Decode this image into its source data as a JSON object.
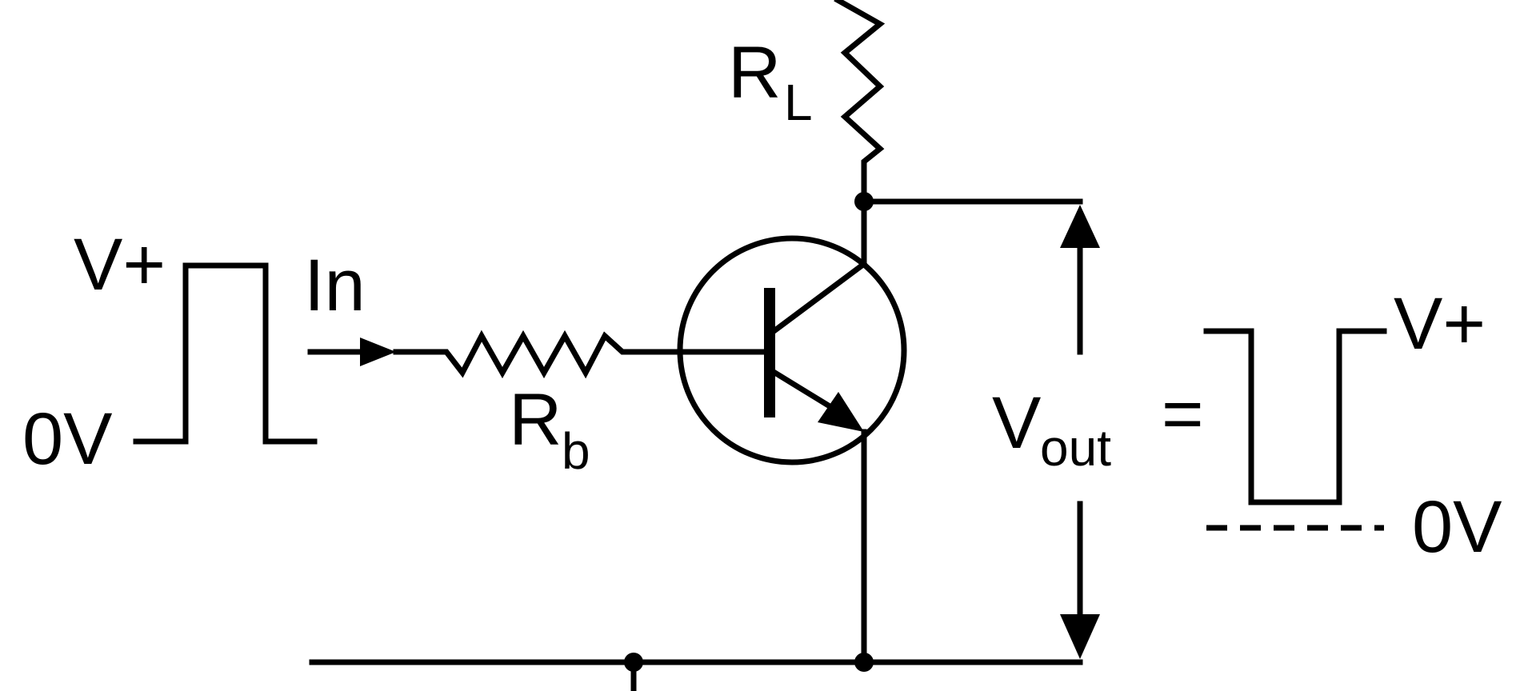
{
  "diagram": {
    "input_waveform": {
      "high_label": "V+",
      "low_label": "0V"
    },
    "input_label": "In",
    "base_resistor": {
      "letter": "R",
      "subscript": "b"
    },
    "load_resistor": {
      "letter": "R",
      "subscript": "L"
    },
    "output_voltage": {
      "letter": "V",
      "subscript": "out"
    },
    "equals": "=",
    "output_waveform": {
      "high_label": "V+",
      "low_label": "0V"
    },
    "colors": {
      "ink": "#000000",
      "background": "#ffffff"
    }
  }
}
